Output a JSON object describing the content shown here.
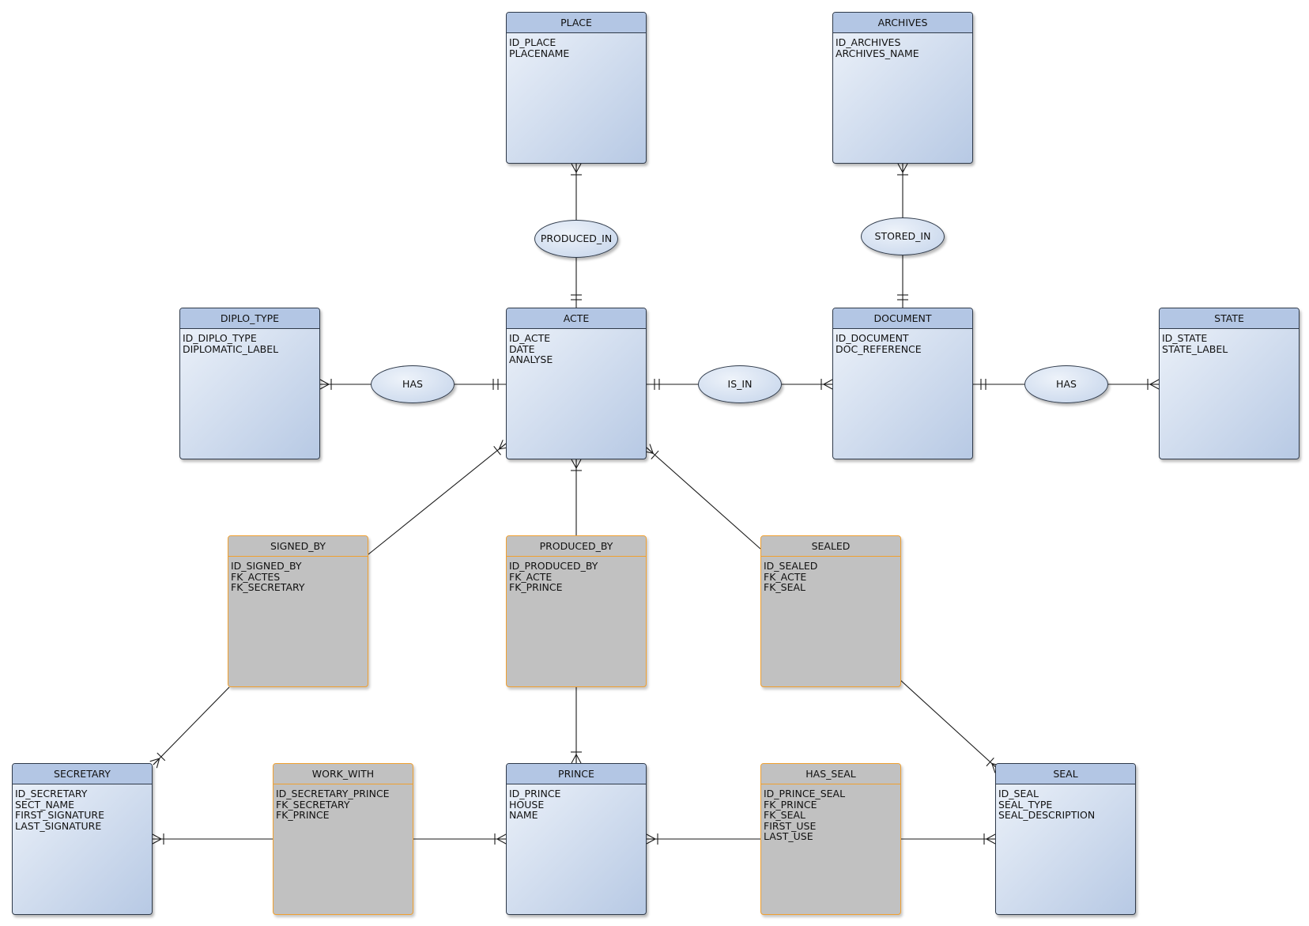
{
  "entities": [
    {
      "id": "place",
      "title": "PLACE",
      "kind": "entity",
      "attributes": [
        "ID_PLACE",
        "PLACENAME"
      ]
    },
    {
      "id": "archives",
      "title": "ARCHIVES",
      "kind": "entity",
      "attributes": [
        "ID_ARCHIVES",
        "ARCHIVES_NAME"
      ]
    },
    {
      "id": "diplo_type",
      "title": "DIPLO_TYPE",
      "kind": "entity",
      "attributes": [
        "ID_DIPLO_TYPE",
        "DIPLOMATIC_LABEL"
      ]
    },
    {
      "id": "acte",
      "title": "ACTE",
      "kind": "entity",
      "attributes": [
        "ID_ACTE",
        "DATE",
        "ANALYSE"
      ]
    },
    {
      "id": "document",
      "title": "DOCUMENT",
      "kind": "entity",
      "attributes": [
        "ID_DOCUMENT",
        "DOC_REFERENCE"
      ]
    },
    {
      "id": "state",
      "title": "STATE",
      "kind": "entity",
      "attributes": [
        "ID_STATE",
        "STATE_LABEL"
      ]
    },
    {
      "id": "signed_by",
      "title": "SIGNED_BY",
      "kind": "association",
      "attributes": [
        "ID_SIGNED_BY",
        "FK_ACTES",
        "FK_SECRETARY"
      ]
    },
    {
      "id": "produced_by",
      "title": "PRODUCED_BY",
      "kind": "association",
      "attributes": [
        "ID_PRODUCED_BY",
        "FK_ACTE",
        "FK_PRINCE"
      ]
    },
    {
      "id": "sealed",
      "title": "SEALED",
      "kind": "association",
      "attributes": [
        "ID_SEALED",
        "FK_ACTE",
        "FK_SEAL"
      ]
    },
    {
      "id": "secretary",
      "title": "SECRETARY",
      "kind": "entity",
      "attributes": [
        "ID_SECRETARY",
        "SECT_NAME",
        "FIRST_SIGNATURE",
        "LAST_SIGNATURE"
      ]
    },
    {
      "id": "work_with",
      "title": "WORK_WITH",
      "kind": "association",
      "attributes": [
        "ID_SECRETARY_PRINCE",
        "FK_SECRETARY",
        "FK_PRINCE"
      ]
    },
    {
      "id": "prince",
      "title": "PRINCE",
      "kind": "entity",
      "attributes": [
        "ID_PRINCE",
        "HOUSE",
        "NAME"
      ]
    },
    {
      "id": "has_seal",
      "title": "HAS_SEAL",
      "kind": "association",
      "attributes": [
        "ID_PRINCE_SEAL",
        "FK_PRINCE",
        "FK_SEAL",
        "FIRST_USE",
        "LAST_USE"
      ]
    },
    {
      "id": "seal",
      "title": "SEAL",
      "kind": "entity",
      "attributes": [
        "ID_SEAL",
        "SEAL_TYPE",
        "SEAL_DESCRIPTION"
      ]
    }
  ],
  "relationships": [
    {
      "id": "produced_in",
      "label": "PRODUCED_IN",
      "from": "acte",
      "to": "place"
    },
    {
      "id": "stored_in",
      "label": "STORED_IN",
      "from": "document",
      "to": "archives"
    },
    {
      "id": "has_diplo",
      "label": "HAS",
      "from": "acte",
      "to": "diplo_type"
    },
    {
      "id": "is_in",
      "label": "IS_IN",
      "from": "acte",
      "to": "document"
    },
    {
      "id": "has_state",
      "label": "HAS",
      "from": "document",
      "to": "state"
    }
  ],
  "links": [
    {
      "from": "signed_by",
      "to": "acte",
      "end": "one-or-many"
    },
    {
      "from": "signed_by",
      "to": "secretary",
      "end": "one-or-many"
    },
    {
      "from": "produced_by",
      "to": "acte",
      "end": "one-or-many"
    },
    {
      "from": "produced_by",
      "to": "prince",
      "end": "one-or-many"
    },
    {
      "from": "sealed",
      "to": "acte",
      "end": "one-or-many"
    },
    {
      "from": "sealed",
      "to": "seal",
      "end": "one-or-many"
    },
    {
      "from": "work_with",
      "to": "secretary",
      "end": "one-or-many"
    },
    {
      "from": "work_with",
      "to": "prince",
      "end": "one-or-many"
    },
    {
      "from": "has_seal",
      "to": "prince",
      "end": "one-or-many"
    },
    {
      "from": "has_seal",
      "to": "seal",
      "end": "one-or-many"
    }
  ],
  "colors": {
    "entity_header": "#b3c6e4",
    "entity_border": "#2f3a4a",
    "association_fill": "#c1c1c1",
    "association_border": "#f0a030",
    "line": "#1a1a1a"
  }
}
